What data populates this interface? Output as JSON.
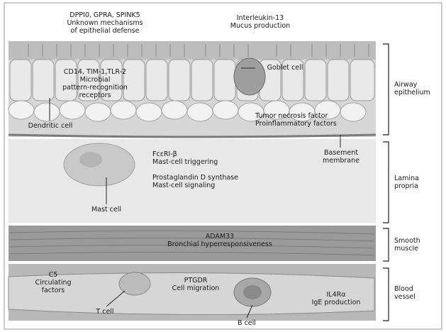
{
  "labels": {
    "dppio_title": "DPPI0, GPRA, SPINK5",
    "dppio_desc_1": "Unknown mechanisms",
    "dppio_desc_2": "of epithelial defense",
    "il13_title": "Interleukin-13",
    "il13_desc": "Mucus production",
    "cd14_title": "CD14, TIM-1,TLR-2",
    "cd14_desc_1": "Microbial",
    "cd14_desc_2": "pattern-recognition",
    "cd14_desc_3": "receptors",
    "goblet_cell": "Goblet cell",
    "dendritic_cell": "Dendritic cell",
    "tnf_title": "Tumor necrosis factor",
    "tnf_desc": "Proinflammatory factors",
    "fcer_title": "FcεRI-β",
    "fcer_desc": "Mast-cell triggering",
    "basement_1": "Basement",
    "basement_2": "membrane",
    "pgd_title": "Prostaglandin D synthase",
    "pgd_desc": "Mast-cell signaling",
    "mast_cell": "Mast cell",
    "adam_title": "ADAM33",
    "adam_desc": "Bronchial hyperresponsiveness",
    "c5_title": "C5",
    "c5_desc_1": "Circulating",
    "c5_desc_2": "factors",
    "ptgdr_title": "PTGDR",
    "ptgdr_desc": "Cell migration",
    "il4r_title": "IL4Rα",
    "il4r_desc": "IgE production",
    "t_cell": "T cell",
    "b_cell": "B cell"
  },
  "layers": {
    "airway_1": "Airway",
    "airway_2": "epithelium",
    "lamina_1": "Lamina",
    "lamina_2": "propria",
    "smooth_1": "Smooth",
    "smooth_2": "muscle",
    "blood_1": "Blood",
    "blood_2": "vessel"
  }
}
